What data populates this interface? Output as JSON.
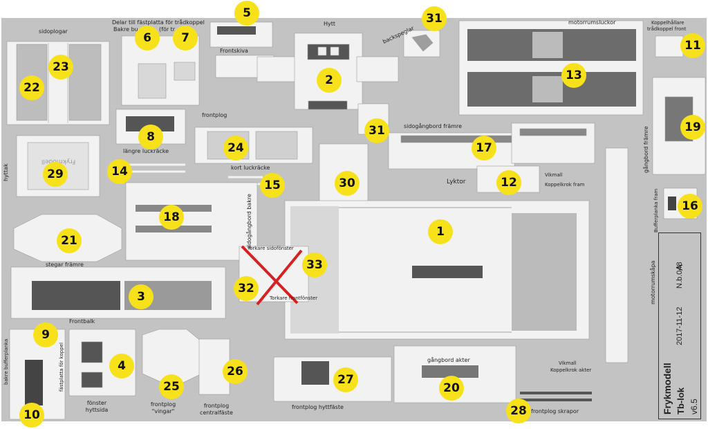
{
  "labels": {
    "sidoplogar": "sidoplogar",
    "delar_fastplatta": "Delar till fästplatta för trådkoppel",
    "bakre_bu": "Bakre bu",
    "for_tr": "(för tr",
    "frontskiva": "Frontskiva",
    "hytt": "Hytt",
    "backspeglar": "backspeglar",
    "motorrumsluckor": "motorrumsluckor",
    "koppelhallare": "Koppelhållare",
    "tradkoppel_front": "trådkoppel front",
    "frontplog": "frontplog",
    "langre_luckracke": "längre luckräcke",
    "sidogangbord_framre": "sidogångbord främre",
    "gangbord_framre": "gångbord främre",
    "hyttak": "hyttak",
    "kort_luckracke": "kort luckräcke",
    "vikmall_fram": "Vikmall",
    "koppelkrok_fram": "Koppelkrok fram",
    "lyktor": "Lyktor",
    "bufferplanka_fram": "Bufferplanka fram",
    "sidogangbord_bakre": "sidogångbord bakre",
    "torkare_sidofonster": "Torkare sidofönster",
    "torkare_frontfonster": "Torkare frontfönster",
    "stegar_framre": "stegar främre",
    "motorrumskapa": "motorrumskåpa",
    "frontbalk": "Frontbalk",
    "fastplatta_koppel": "fästplatta för koppel",
    "bakre_bufferplanka": "bakre bufferplanka",
    "fonster_hyttsida": "fönster hyttsida",
    "frontplog_vingar": "frontplog \"vingar\"",
    "frontplog_centralfaste": "frontplog centralfäste",
    "gangbord_akter": "gångbord akter",
    "frontplog_hyttfaste": "frontplog hyttfäste",
    "vikmall_akter": "Vikmall",
    "koppelkrok_akter": "Koppelkrok akter",
    "frontplog_skrapor": "frontplog skrapor",
    "frykmodell_mirror": "Frykmodell"
  },
  "title_block": {
    "brand": "Frykmodell",
    "model": "Tb-lok",
    "number": "N.b.048",
    "date": "2017-11-12",
    "revision": "A",
    "version": "v6.5"
  },
  "parts": [
    "1",
    "2",
    "3",
    "4",
    "5",
    "6",
    "7",
    "8",
    "9",
    "10",
    "11",
    "12",
    "13",
    "14",
    "15",
    "16",
    "17",
    "18",
    "19",
    "20",
    "21",
    "22",
    "23",
    "24",
    "25",
    "26",
    "27",
    "28",
    "29",
    "30",
    "31",
    "31",
    "32",
    "33"
  ],
  "colors": {
    "sheet": "#c3c3c3",
    "part": "#f2f2f2",
    "grid": "#6e6e6e",
    "badge": "#f7e11a",
    "cross": "#d82020"
  }
}
